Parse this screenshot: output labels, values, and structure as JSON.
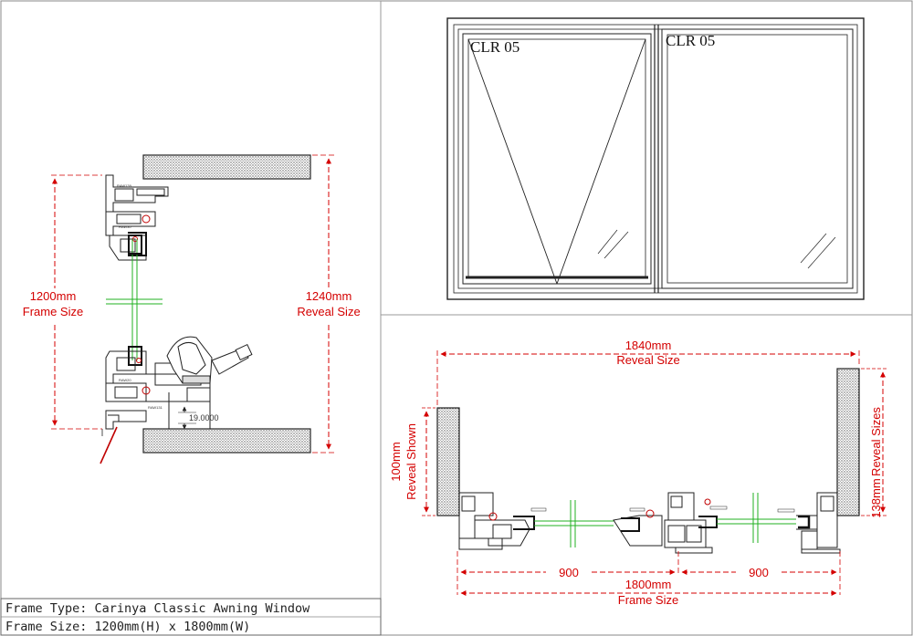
{
  "colors": {
    "dimension": "#d40000",
    "glass": "#20b020",
    "seal": "#c00000",
    "frame": "#222222"
  },
  "section_view": {
    "frame_size_value": "1200mm",
    "frame_size_label": "Frame Size",
    "reveal_size_value": "1240mm",
    "reveal_size_label": "Reveal Size",
    "gap_dimension": "19.0000",
    "part_codes": [
      "RAW139",
      "RAW30",
      "RAW20",
      "RAW131"
    ]
  },
  "elevation": {
    "left_sash_label": "CLR 05",
    "right_sash_label": "CLR 05"
  },
  "plan_view": {
    "reveal_width_value": "1840mm",
    "reveal_width_label": "Reveal Size",
    "reveal_shown_value": "100mm",
    "reveal_shown_label": "Reveal Shown",
    "reveal_sizes_value": "138mm",
    "reveal_sizes_label": "Reveal Sizes",
    "left_panel_width": "900",
    "right_panel_width": "900",
    "frame_width_value": "1800mm",
    "frame_width_label": "Frame Size"
  },
  "title_block": {
    "frame_type": "Frame Type:  Carinya  Classic  Awning  Window",
    "frame_size": "Frame Size:  1200mm(H)  x  1800mm(W)"
  }
}
